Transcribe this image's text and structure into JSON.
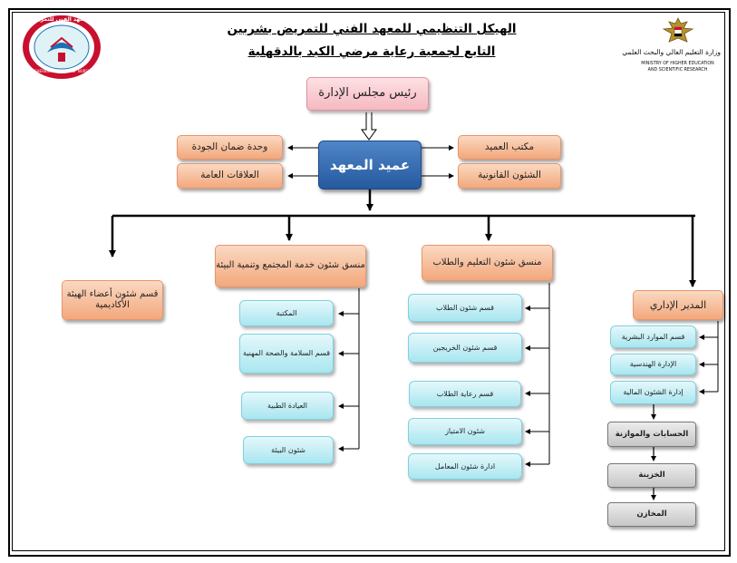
{
  "header": {
    "title_line1": "الهيكل التنظيمي للمعهد الفني للتمريض بشربين",
    "title_line2": "التابع لجمعية رعاية مرضي الكبد بالدقهلية",
    "left_logo": {
      "icon": "institute-seal-icon",
      "text_top": "المعهد الفني للتمريض",
      "text_bottom": "SHERBIN INSTITUTE OF NURSING"
    },
    "right_logo": {
      "icon": "eagle-emblem-icon",
      "arabic_text": "وزارة التعليم العالي والبحث العلمي",
      "english_line1": "MINISTRY OF HIGHER EDUCATION",
      "english_line2": "AND SCIENTIFIC RESEARCH"
    }
  },
  "chart": {
    "board_chair": "رئيس مجلس الإدارة",
    "dean": "عميد المعهد",
    "dean_office": "مكتب العميد",
    "legal_affairs": "الشئون القانونية",
    "quality_unit": "وحدة ضمان الجودة",
    "public_relations": "العلاقات العامة",
    "education_coordinator": "منسق شئون التعليم والطلاب",
    "community_coordinator": "منسق شئون خدمة المجتمع وتنمية البيئة",
    "faculty_affairs": "قسم شئون أعضاء الهيئة الأكاديمية",
    "administrative_director": "المدير الإداري",
    "education_units": [
      "قسم شئون الطلاب",
      "قسم شئون الخريجين",
      "قسم رعاية الطلاب",
      "شئون الامتياز",
      "ادارة شئون المعامل"
    ],
    "community_units": [
      "المكتبة",
      "قسم السلامة والصحة المهنية",
      "العيادة الطبية",
      "شئون البيئة"
    ],
    "admin_units": [
      "قسم الموارد البشرية",
      "الإدارة الهندسية",
      "إدارة الشئون المالية"
    ],
    "finance_chain": [
      "الحسابات والموازنة",
      "الخزينة",
      "المخازن"
    ]
  }
}
